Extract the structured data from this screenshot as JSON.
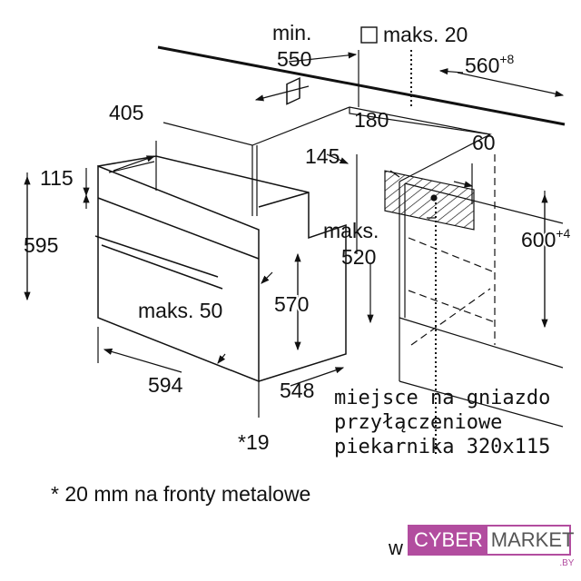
{
  "dimensions": {
    "min_label": "min.",
    "d550": "550",
    "square_max": "maks. 20",
    "d560": "560",
    "d560_tol": "+8",
    "d405": "405",
    "d180": "180",
    "d60": "60",
    "d115": "115",
    "d145": "145",
    "d595": "595",
    "max520_label": "maks.",
    "d520": "520",
    "d600": "600",
    "d600_tol": "+4",
    "max50": "maks. 50",
    "d570": "570",
    "d594": "594",
    "d548": "548",
    "d19": "*19"
  },
  "notes": {
    "socket_line1": "miejsce na gniazdo",
    "socket_line2": "przyłączeniowe",
    "socket_line3": "piekarnika 320x115",
    "footnote": "* 20 mm na fronty metalowe"
  },
  "watermark": {
    "partial": "w",
    "logo_part1": "CYBER",
    "logo_part2": "MARKET",
    "logo_domain": ".BY"
  }
}
